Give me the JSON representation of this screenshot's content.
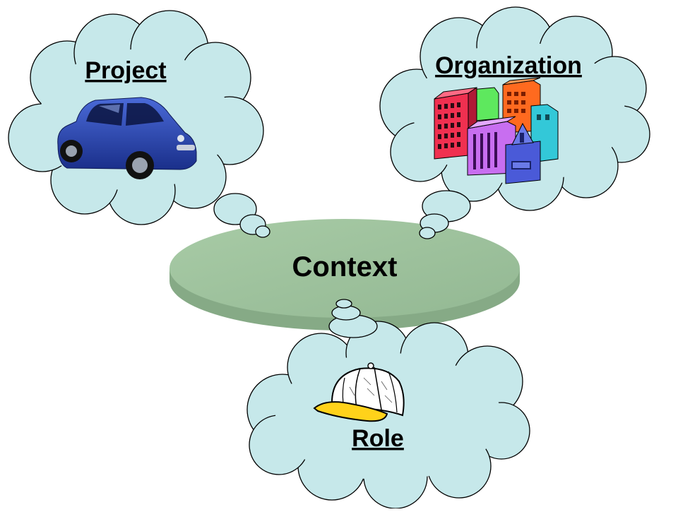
{
  "diagram": {
    "center": {
      "label": "Context"
    },
    "nodes": [
      {
        "id": "project",
        "label": "Project",
        "icon": "car-icon"
      },
      {
        "id": "organization",
        "label": "Organization",
        "icon": "buildings-icon"
      },
      {
        "id": "role",
        "label": "Role",
        "icon": "cap-icon"
      }
    ]
  },
  "colors": {
    "cloud_fill": "#c6e8ea",
    "cloud_stroke": "#000000",
    "disc_fill": "#9fc39f",
    "disc_side": "#87ab87"
  }
}
